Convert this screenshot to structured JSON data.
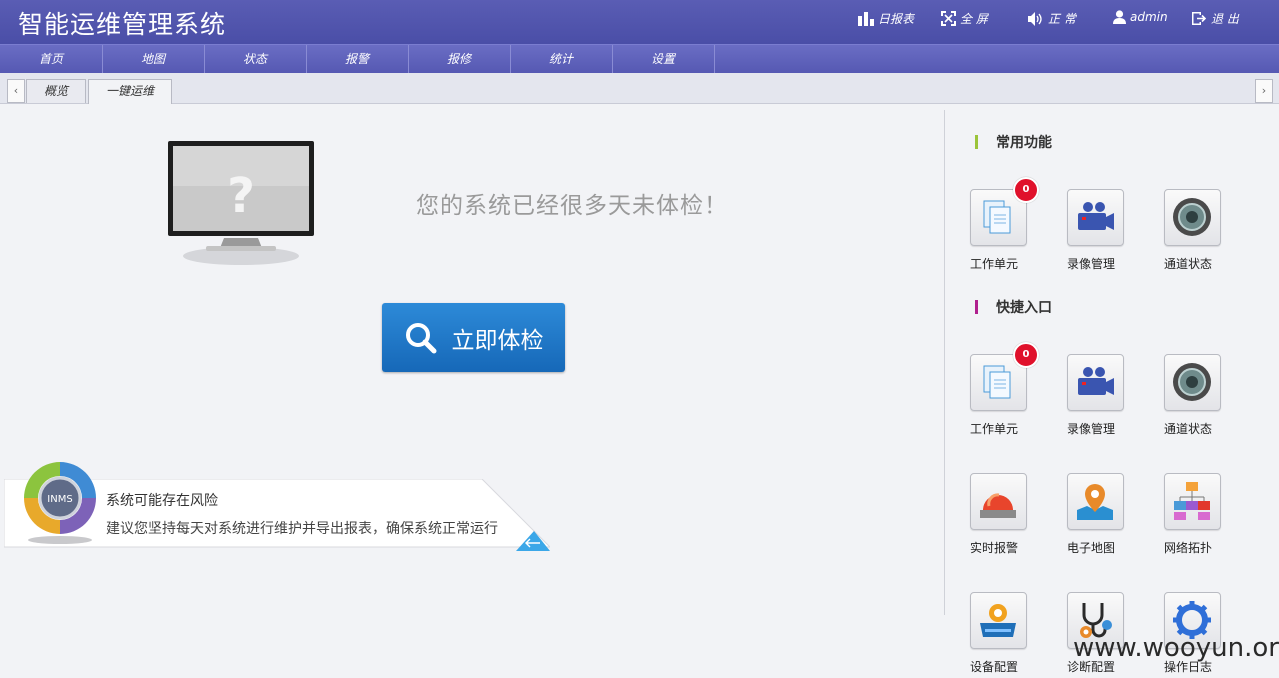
{
  "header": {
    "title": "智能运维管理系统",
    "buttons": [
      {
        "label": "日报表",
        "icon": "bar-chart-icon"
      },
      {
        "label": "全 屏",
        "icon": "fullscreen-icon"
      },
      {
        "label": "正 常",
        "icon": "speaker-icon"
      },
      {
        "label": "admin",
        "icon": "user-icon"
      },
      {
        "label": "退 出",
        "icon": "logout-icon"
      }
    ]
  },
  "nav": {
    "items": [
      "首页",
      "地图",
      "状态",
      "报警",
      "报修",
      "统计",
      "设置"
    ]
  },
  "tabs": {
    "items": [
      {
        "label": "概览",
        "active": false
      },
      {
        "label": "一键运维",
        "active": true
      }
    ],
    "prev": "‹",
    "next": "›"
  },
  "main": {
    "message": "您的系统已经很多天未体检！",
    "check_button": "立即体检",
    "risk_title": "系统可能存在风险",
    "risk_desc": "建议您坚持每天对系统进行维护并导出报表，确保系统正常运行",
    "logo_text": "INMS"
  },
  "side": {
    "common_title": "常用功能",
    "quick_title": "快捷入口",
    "common": [
      {
        "label": "工作单元",
        "icon": "document-icon",
        "badge": "0"
      },
      {
        "label": "录像管理",
        "icon": "video-camera-icon"
      },
      {
        "label": "通道状态",
        "icon": "lens-icon"
      }
    ],
    "quick": [
      {
        "label": "工作单元",
        "icon": "document-icon",
        "badge": "0"
      },
      {
        "label": "录像管理",
        "icon": "video-camera-icon"
      },
      {
        "label": "通道状态",
        "icon": "lens-icon"
      },
      {
        "label": "实时报警",
        "icon": "alarm-light-icon"
      },
      {
        "label": "电子地图",
        "icon": "map-pin-icon"
      },
      {
        "label": "网络拓扑",
        "icon": "topology-icon"
      },
      {
        "label": "设备配置",
        "icon": "device-config-icon"
      },
      {
        "label": "诊断配置",
        "icon": "stethoscope-icon"
      },
      {
        "label": "操作日志",
        "icon": "gear-icon"
      }
    ]
  },
  "watermark": "www.wooyun.org",
  "colors": {
    "header": "#4a4ea7",
    "nav": "#5558b2",
    "button": "#1f78c8",
    "badge": "#e0112b",
    "common_bar": "#9bc43a",
    "quick_bar": "#b0208e"
  }
}
